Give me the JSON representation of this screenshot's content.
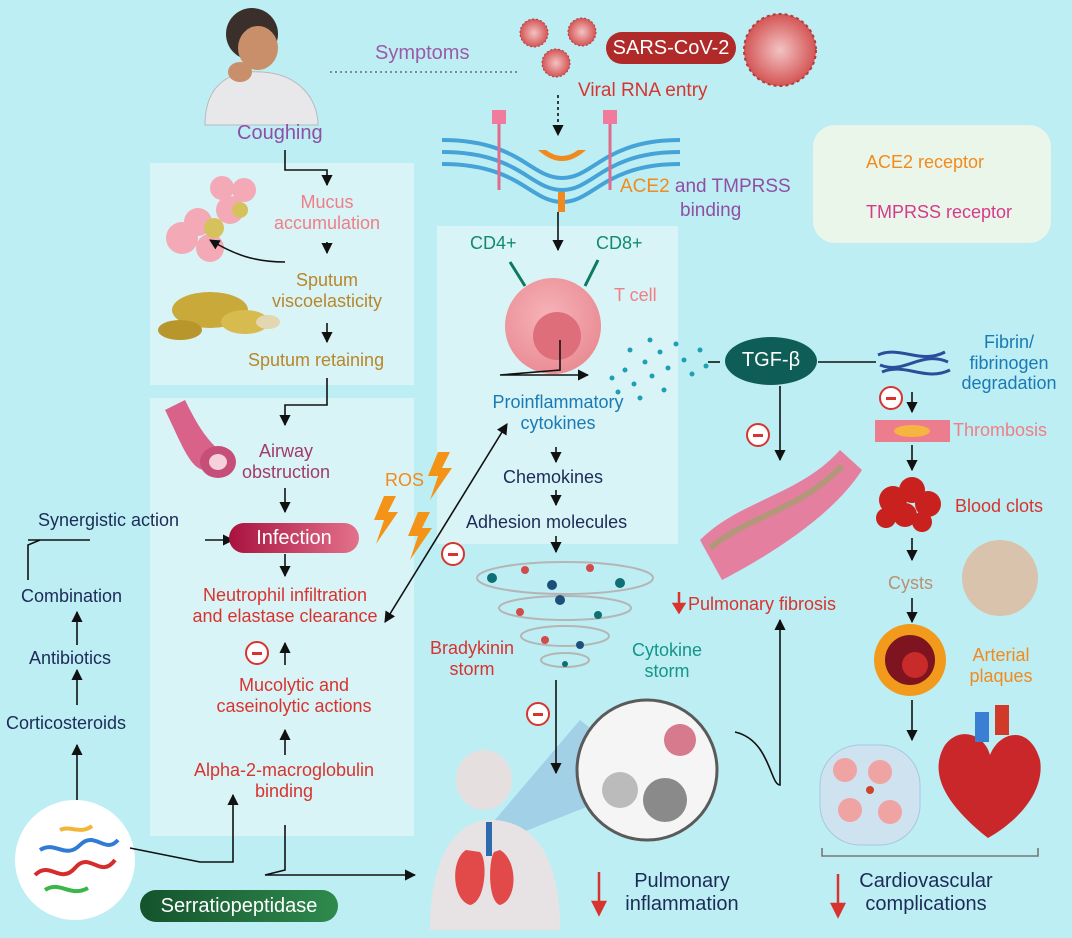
{
  "labels": {
    "symptoms": "Symptoms",
    "sars": "SARS-CoV-2",
    "viral_rna_entry": "Viral RNA entry",
    "coughing": "Coughing",
    "ace2_word": "ACE2",
    "and_tmprss": "and TMPRSS",
    "binding": "binding",
    "cd4": "CD4+",
    "cd8": "CD8+",
    "t_cell": "T cell",
    "mucus_accumulation": "Mucus\naccumulation",
    "sputum_viscoelasticity": "Sputum\nviscoelasticity",
    "sputum_retaining": "Sputum retaining",
    "airway_obstruction": "Airway\nobstruction",
    "infection": "Infection",
    "synergistic_action": "Synergistic action",
    "combination": "Combination",
    "antibiotics": "Antibiotics",
    "corticosteroids": "Corticosteroids",
    "neutrophil": "Neutrophil infiltration\nand elastase clearance",
    "mucolytic": "Mucolytic and\ncaseinolytic actions",
    "alpha2": "Alpha-2-macroglobulin\nbinding",
    "ros": "ROS",
    "proinflammatory": "Proinflammatory\ncytokines",
    "chemokines": "Chemokines",
    "adhesion": "Adhesion molecules",
    "bradykinin": "Bradykinin\nstorm",
    "cytokine_storm": "Cytokine\nstorm",
    "tgf": "TGF-β",
    "fibrin": "Fibrin/\nfibrinogen\ndegradation",
    "thrombosis": "Thrombosis",
    "blood_clots": "Blood clots",
    "cysts": "Cysts",
    "arterial_plaques": "Arterial\nplaques",
    "pulmonary_fibrosis": "Pulmonary fibrosis",
    "pulmonary_inflammation": "Pulmonary\ninflammation",
    "cardiovascular": "Cardiovascular\ncomplications",
    "serratiopeptidase": "Serratiopeptidase",
    "legend_ace2": "ACE2 receptor",
    "legend_tmprss": "TMPRSS receptor"
  },
  "colors": {
    "background": "#bdeef3",
    "panel": "#d9f4f6",
    "purple": "#8e4fa5",
    "red": "#d7342f",
    "gold": "#b8862b",
    "pink": "#ee7f86",
    "navy": "#1c2b57",
    "blue": "#1a7ab5",
    "teal": "#14958a",
    "orange": "#f28a1d",
    "magenta": "#d43b8a",
    "dark_green_pill": "#1c6a3a",
    "teal_pill": "#0e5e57",
    "infection_pill": "#c0274d",
    "sars_pill": "#b02a2a"
  },
  "icons": [
    "coughing-person",
    "virus-particle",
    "cell-membrane",
    "t-cell",
    "lungs-alveoli",
    "sputum-blob",
    "airway-tube",
    "lightning-bolt",
    "cytokine-tornado",
    "pulmonary-artery",
    "fibrin-strand",
    "blood-vessel",
    "blood-clot",
    "cyst",
    "artery-plaque",
    "cardiac-tissue",
    "heart",
    "patient-lungs",
    "protein-structure"
  ]
}
